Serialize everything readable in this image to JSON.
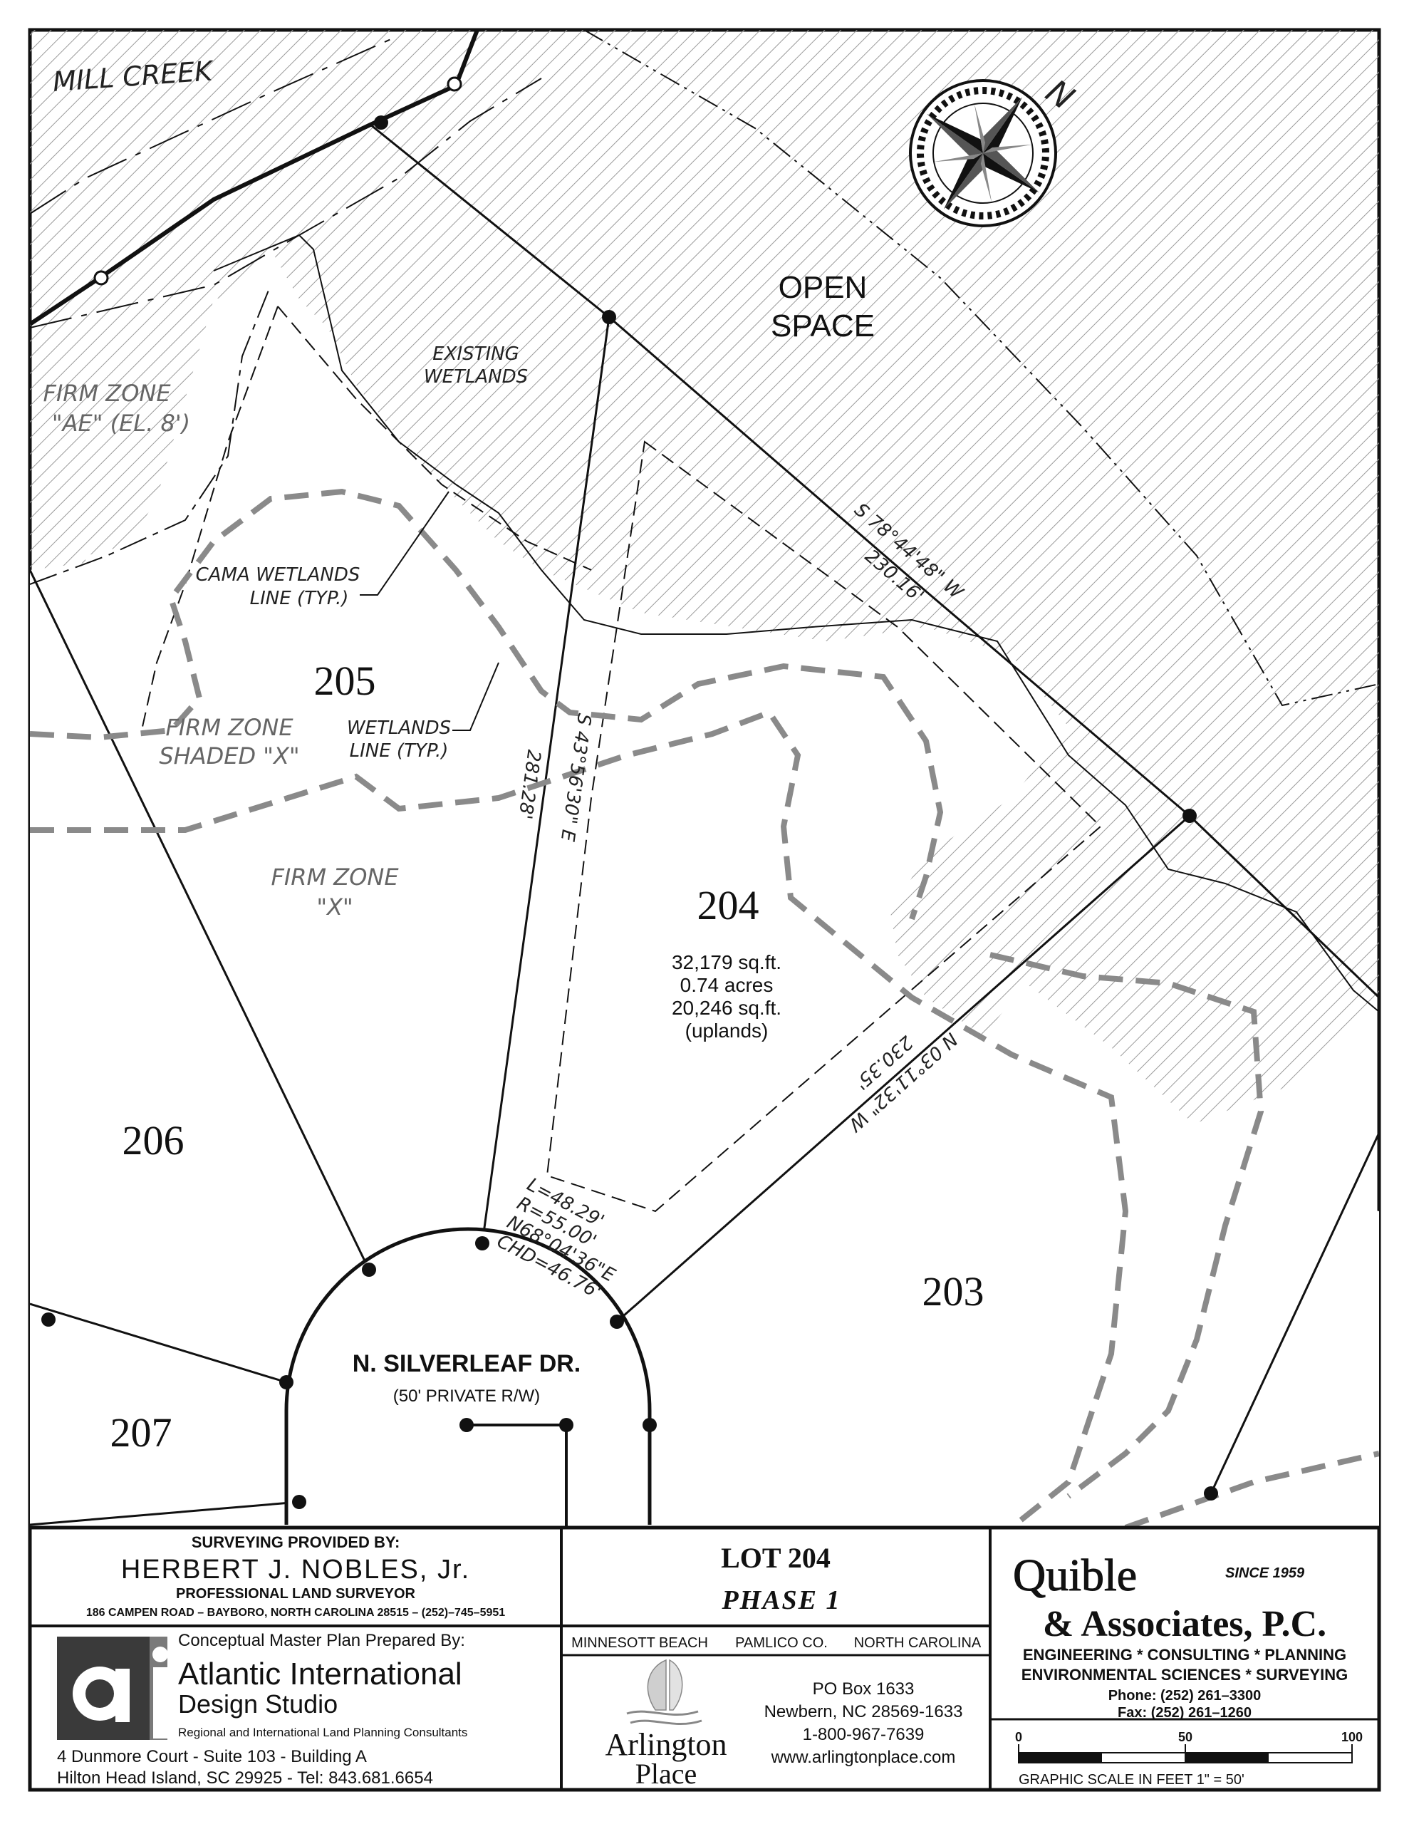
{
  "map": {
    "labels": {
      "mill_creek": "MILL CREEK",
      "open_space_1": "OPEN",
      "open_space_2": "SPACE",
      "existing_wetlands_1": "EXISTING",
      "existing_wetlands_2": "WETLANDS",
      "firm_ae_1": "FIRM ZONE",
      "firm_ae_2": "\"AE\" (EL. 8')",
      "cama_1": "CAMA WETLANDS",
      "cama_2": "LINE (TYP.)",
      "firm_shaded_1": "FIRM ZONE",
      "firm_shaded_2": "SHADED \"X\"",
      "wetlands_line_1": "WETLANDS",
      "wetlands_line_2": "LINE (TYP.)",
      "firm_x_1": "FIRM ZONE",
      "firm_x_2": "\"X\"",
      "compass_n": "N"
    },
    "lots": {
      "lot205": "205",
      "lot204": "204",
      "lot206": "206",
      "lot207": "207",
      "lot203": "203"
    },
    "lot204_details": {
      "area_sqft": "32,179 sq.ft.",
      "area_acres": "0.74 acres",
      "uplands_sqft": "20,246 sq.ft.",
      "uplands_label": "(uplands)"
    },
    "bearings": {
      "north_line": "S 78°44'48\" W",
      "north_line_dist": "230.16'",
      "west_line": "S 43°56'30\" E",
      "west_line_dist": "281.28'",
      "east_line": "N 03°11'32\" W",
      "east_line_dist": "230.35'"
    },
    "curve": {
      "l": "L=48.29'",
      "r": "R=55.00'",
      "bearing": "N68°04'36\"E",
      "chd": "CHD=46.76'"
    },
    "street": {
      "name": "N. SILVERLEAF DR.",
      "row": "(50' PRIVATE R/W)"
    }
  },
  "title_block": {
    "surveyor": {
      "heading": "SURVEYING PROVIDED BY:",
      "name": "HERBERT J. NOBLES, Jr.",
      "title": "PROFESSIONAL LAND SURVEYOR",
      "address": "186 CAMPEN ROAD – BAYBORO, NORTH CAROLINA 28515 – (252)–745–5951"
    },
    "designer": {
      "heading": "Conceptual Master Plan Prepared By:",
      "name_1": "Atlantic International",
      "name_2": "Design Studio",
      "tagline": "Regional and International Land Planning Consultants",
      "address_1": "4 Dunmore Court - Suite 103 - Building A",
      "address_2": "Hilton Head Island, SC  29925 - Tel:  843.681.6654"
    },
    "lot": {
      "title": "LOT 204",
      "phase": "PHASE 1",
      "location_town": "MINNESOTT BEACH",
      "location_county": "PAMLICO CO.",
      "location_state": "NORTH CAROLINA"
    },
    "developer": {
      "logo_1": "Arlington",
      "logo_2": "Place",
      "po": "PO Box 1633",
      "city": "Newbern, NC 28569-1633",
      "phone": "1-800-967-7639",
      "web": "www.arlingtonplace.com"
    },
    "engineer": {
      "name_1": "Quible",
      "since": "SINCE 1959",
      "name_2": "& Associates, P.C.",
      "services_1": "ENGINEERING * CONSULTING * PLANNING",
      "services_2": "ENVIRONMENTAL SCIENCES * SURVEYING",
      "phone": "Phone:  (252)  261–3300",
      "fax": "Fax:  (252)  261–1260"
    },
    "scale": {
      "tick_0": "0",
      "tick_50": "50",
      "tick_100": "100",
      "caption": "GRAPHIC SCALE IN FEET 1\" = 50'"
    }
  },
  "colors": {
    "hatch": "#9a9a9a",
    "gray_dash": "#8a8a8a",
    "ink": "#111111",
    "aids_gray": "#7a7a7a"
  }
}
